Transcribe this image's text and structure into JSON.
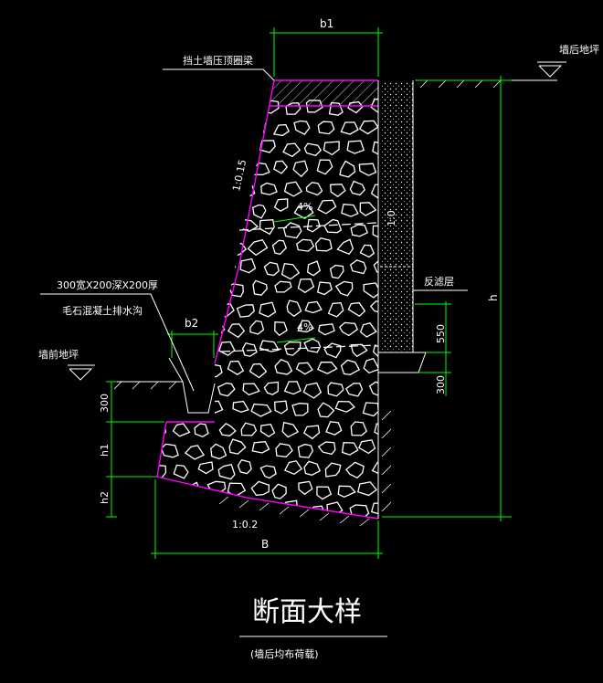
{
  "labels": {
    "b1": "b1",
    "b2": "b2",
    "h": "h",
    "h1": "h1",
    "h2": "h2",
    "B": "B",
    "dim_300_top": "300",
    "dim_550": "550",
    "dim_300_right": "300",
    "slope_front": "1:0.15",
    "slope_back": "1:0",
    "slope_base": "1:0.2",
    "slope_top_drain": "4%",
    "slope_mid_drain": "4%",
    "cap_beam": "挡土墙压顶圈梁",
    "ground_behind": "墙后地坪",
    "ground_front": "墙前地坪",
    "filter_layer": "反滤层",
    "ditch_size": "300宽X200深X200厚",
    "ditch_material": "毛石混凝土排水沟"
  },
  "title": "断面大样",
  "subtitle": "(墙后均布荷载)",
  "colors": {
    "dimension": "#00ff00",
    "outline": "#ff00ff",
    "text": "#ffffff",
    "background": "#000000"
  }
}
